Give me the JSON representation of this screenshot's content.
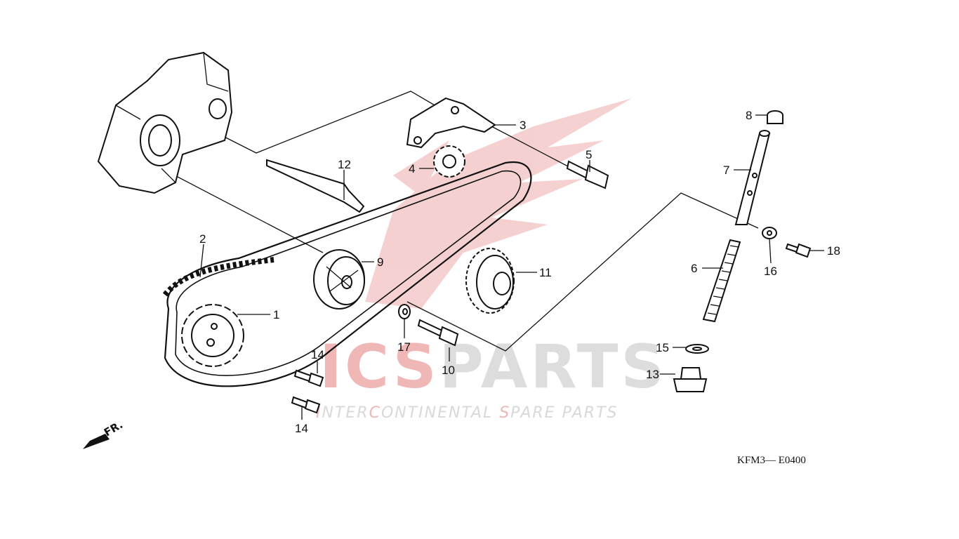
{
  "diagram": {
    "code": "KFM3— E0400",
    "direction_label": "FR."
  },
  "watermark": {
    "brand_red": "ICS",
    "brand_grey": "PARTS",
    "tagline_red_1": "I",
    "tagline_grey_1": "NTER",
    "tagline_red_2": "C",
    "tagline_grey_2": "ONTINENTAL ",
    "tagline_red_3": "S",
    "tagline_grey_3": "PARE PARTS",
    "color_red": "#e8a3a3",
    "color_grey": "#d6d6d6"
  },
  "callouts": {
    "p1": "1",
    "p2": "2",
    "p3": "3",
    "p4": "4",
    "p5": "5",
    "p6": "6",
    "p7": "7",
    "p8": "8",
    "p9": "9",
    "p10": "10",
    "p11": "11",
    "p12": "12",
    "p13": "13",
    "p14a": "14",
    "p14b": "14",
    "p15": "15",
    "p16": "16",
    "p17": "17",
    "p18": "18"
  }
}
